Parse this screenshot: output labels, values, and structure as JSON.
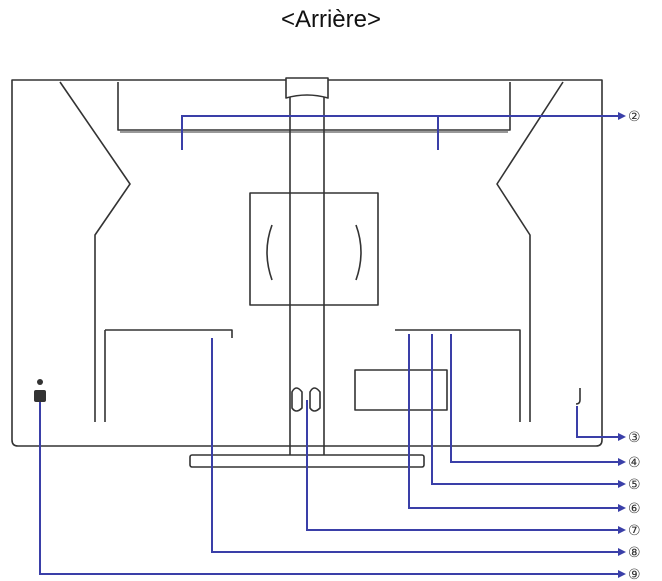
{
  "title": "<Arrière>",
  "colors": {
    "outline": "#333333",
    "callout": "#3a3fa8",
    "background": "#ffffff"
  },
  "callouts": [
    {
      "label": "②"
    },
    {
      "label": "③"
    },
    {
      "label": "④"
    },
    {
      "label": "⑤"
    },
    {
      "label": "⑥"
    },
    {
      "label": "⑦"
    },
    {
      "label": "⑧"
    },
    {
      "label": "⑨"
    }
  ]
}
